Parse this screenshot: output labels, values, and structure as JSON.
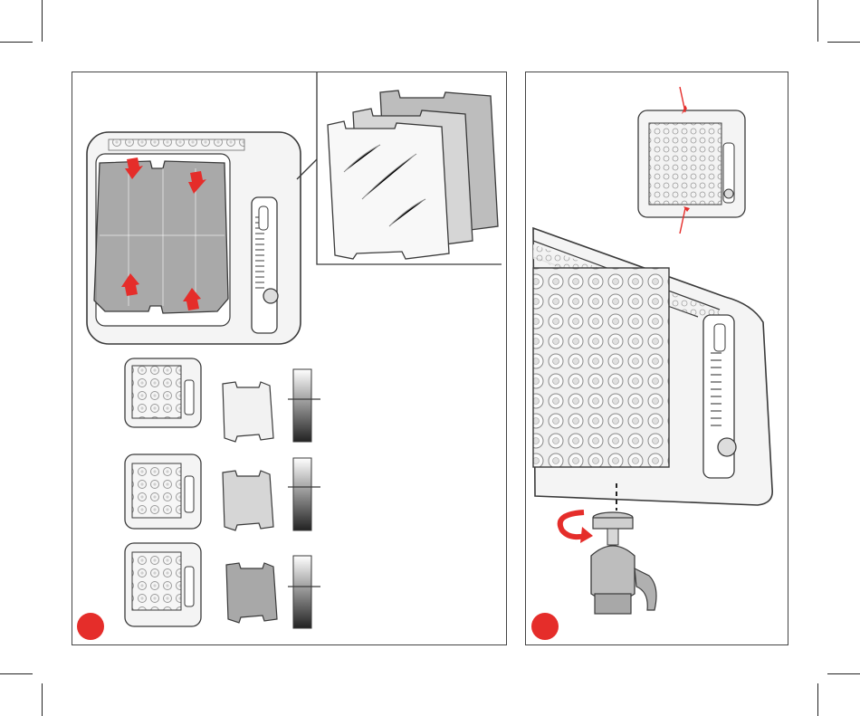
{
  "colors": {
    "accent": "#e52d2a",
    "outline": "#3a3a3a",
    "frame_fill": "#f4f4f4",
    "diffuser_dark": "#8f8f8f",
    "diffuser_mid": "#b8b8b8",
    "diffuser_light": "#f2f2f2"
  },
  "left_panel": {
    "icons": [
      "light-panel-icon",
      "diffuser-swap-arrows-icon",
      "diffuser-stack-inset-icon",
      "diffuser-brightness-scale-icon"
    ],
    "diffuser_options": [
      {
        "diffuser_shade": "light",
        "brightness_level": 0.62
      },
      {
        "diffuser_shade": "medium",
        "brightness_level": 0.42
      },
      {
        "diffuser_shade": "dark",
        "brightness_level": 0.42
      }
    ]
  },
  "right_panel": {
    "icons": [
      "mini-light-panel-icon",
      "light-panel-closeup-icon",
      "ball-head-mount-icon",
      "rotate-arrow-icon"
    ]
  }
}
